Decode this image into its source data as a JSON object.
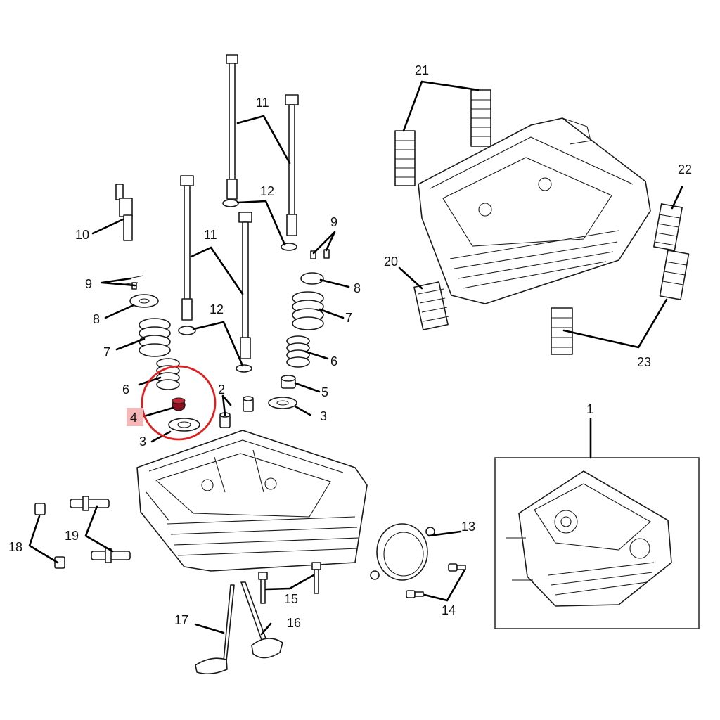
{
  "labels": {
    "n1": "1",
    "n2": "2",
    "n3a": "3",
    "n3b": "3",
    "n4": "4",
    "n5": "5",
    "n6a": "6",
    "n6b": "6",
    "n7a": "7",
    "n7b": "7",
    "n8a": "8",
    "n8b": "8",
    "n9a": "9",
    "n9b": "9",
    "n10": "10",
    "n11a": "11",
    "n11b": "11",
    "n12a": "12",
    "n12b": "12",
    "n13": "13",
    "n14": "14",
    "n15": "15",
    "n16": "16",
    "n17": "17",
    "n18": "18",
    "n19": "19",
    "n20": "20",
    "n21": "21",
    "n22": "22",
    "n23": "23"
  },
  "highlight": {
    "part": "4",
    "circle_color": "#e02020",
    "label_background": "#f4b8b8"
  }
}
